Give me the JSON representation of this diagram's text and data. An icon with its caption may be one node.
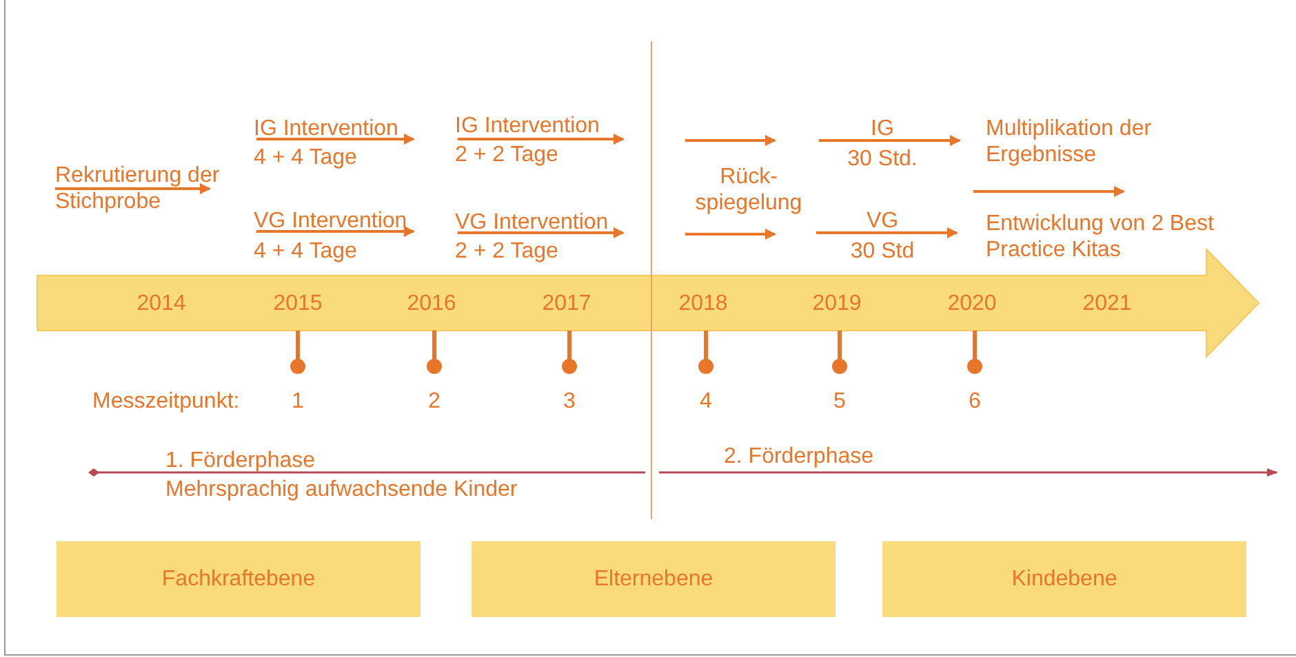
{
  "diagram": {
    "nodes": [
      {
        "text": [
          "Fachkraftebene"
        ]
      },
      {
        "text": [
          "Elternebene"
        ]
      },
      {
        "text": [
          "Kindebene"
        ]
      }
    ],
    "edges": [],
    "labels": [
      "IG Intervention",
      "4 + 4 Tage",
      "IG Intervention",
      "2 + 2 Tage",
      "IG",
      "30 Std.",
      "Multiplikation der Ergebnisse",
      "Rekrutierung der Stichprobe",
      "Rück- spiegelung",
      "VG Intervention",
      "4 + 4 Tage",
      "VG Intervention",
      "2 + 2 Tage",
      "VG",
      "30 Std",
      "Entwicklung von 2 Best Practice Kitas",
      "2014",
      "2015",
      "2016",
      "2017",
      "2018",
      "2019",
      "2020",
      "2021",
      "Messzeitpunkt:",
      "1",
      "2",
      "3",
      "4",
      "5",
      "6",
      "1. Förderphase",
      "2. Förderphase",
      "Mehrsprachig aufwachsende Kinder"
    ]
  }
}
